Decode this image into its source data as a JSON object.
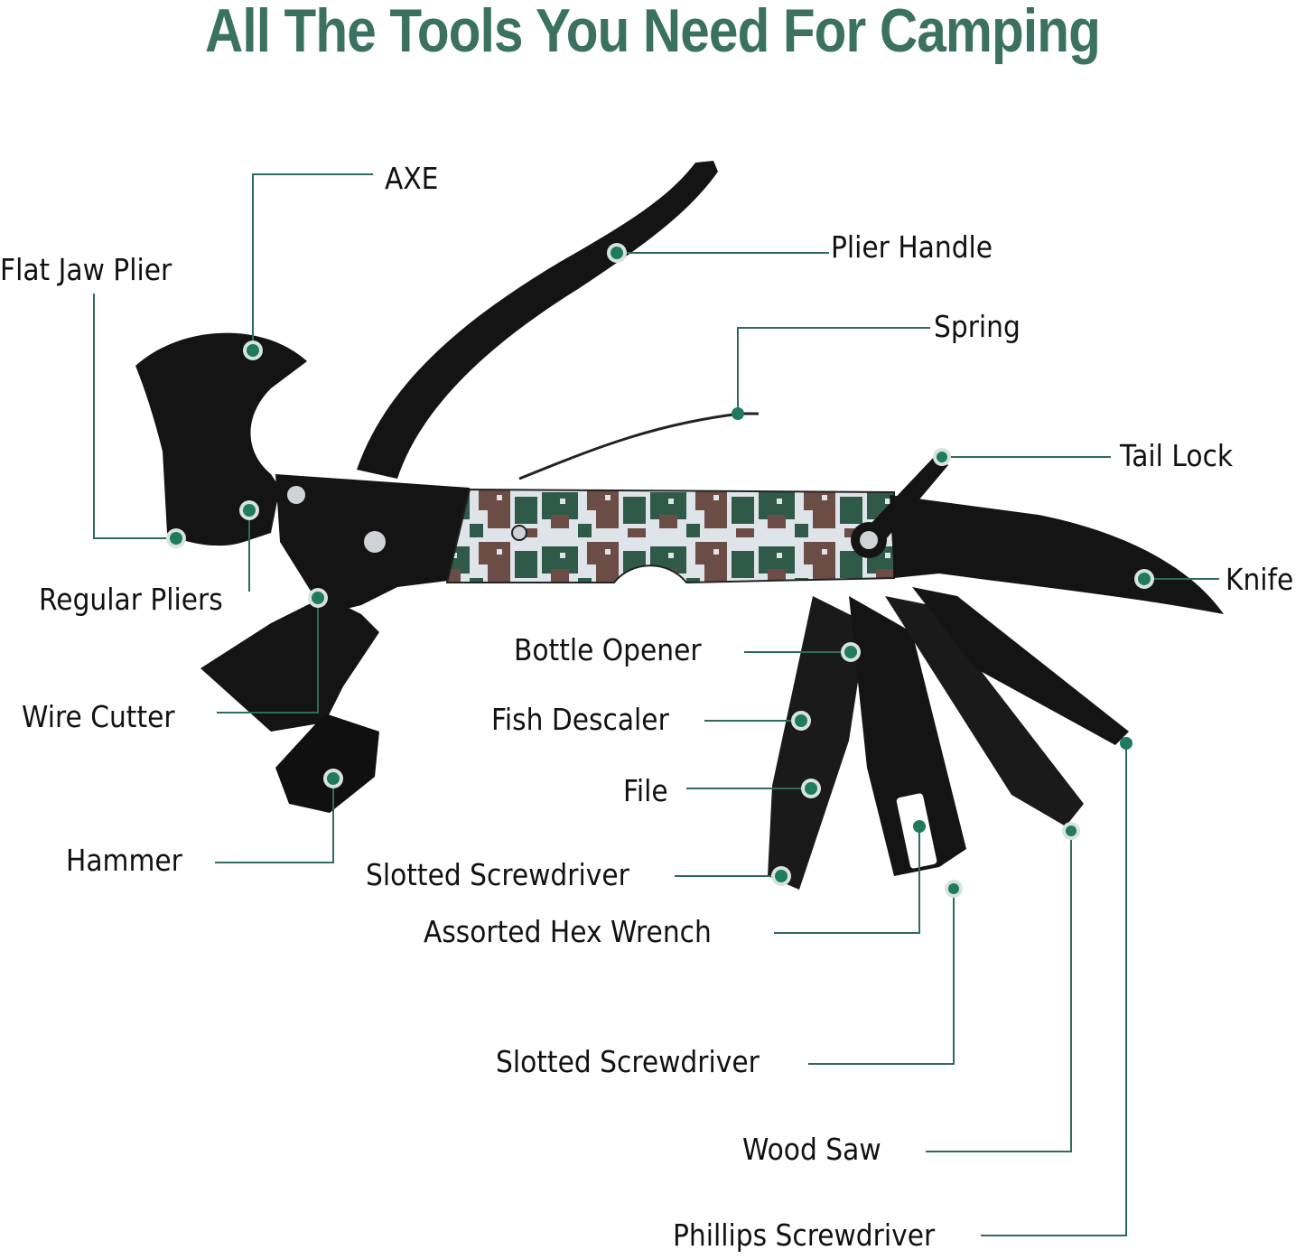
{
  "title": "All The Tools You Need For Camping",
  "colors": {
    "title": "#3a7160",
    "leader_line": "#2f6b5a",
    "marker_fill": "#1f7a5e",
    "marker_ring": "#d7e3dd",
    "tool_body": "#141414",
    "camo_light": "#dfe3ea",
    "camo_brown": "#6b4d45",
    "camo_green": "#2f5a48"
  },
  "labels": [
    {
      "id": "axe",
      "text": "AXE"
    },
    {
      "id": "flat-jaw-plier",
      "text": "Flat Jaw Plier"
    },
    {
      "id": "plier-handle",
      "text": "Plier Handle"
    },
    {
      "id": "spring",
      "text": "Spring"
    },
    {
      "id": "tail-lock",
      "text": "Tail Lock"
    },
    {
      "id": "knife",
      "text": "Knife"
    },
    {
      "id": "regular-pliers",
      "text": "Regular Pliers"
    },
    {
      "id": "bottle-opener",
      "text": "Bottle Opener"
    },
    {
      "id": "wire-cutter",
      "text": "Wire Cutter"
    },
    {
      "id": "fish-descaler",
      "text": "Fish Descaler"
    },
    {
      "id": "file",
      "text": "File"
    },
    {
      "id": "hammer",
      "text": "Hammer"
    },
    {
      "id": "slotted-screwdriver-1",
      "text": "Slotted Screwdriver"
    },
    {
      "id": "assorted-hex-wrench",
      "text": "Assorted Hex Wrench"
    },
    {
      "id": "slotted-screwdriver-2",
      "text": "Slotted Screwdriver"
    },
    {
      "id": "wood-saw",
      "text": "Wood Saw"
    },
    {
      "id": "phillips-screwdriver",
      "text": "Phillips Screwdriver"
    }
  ]
}
